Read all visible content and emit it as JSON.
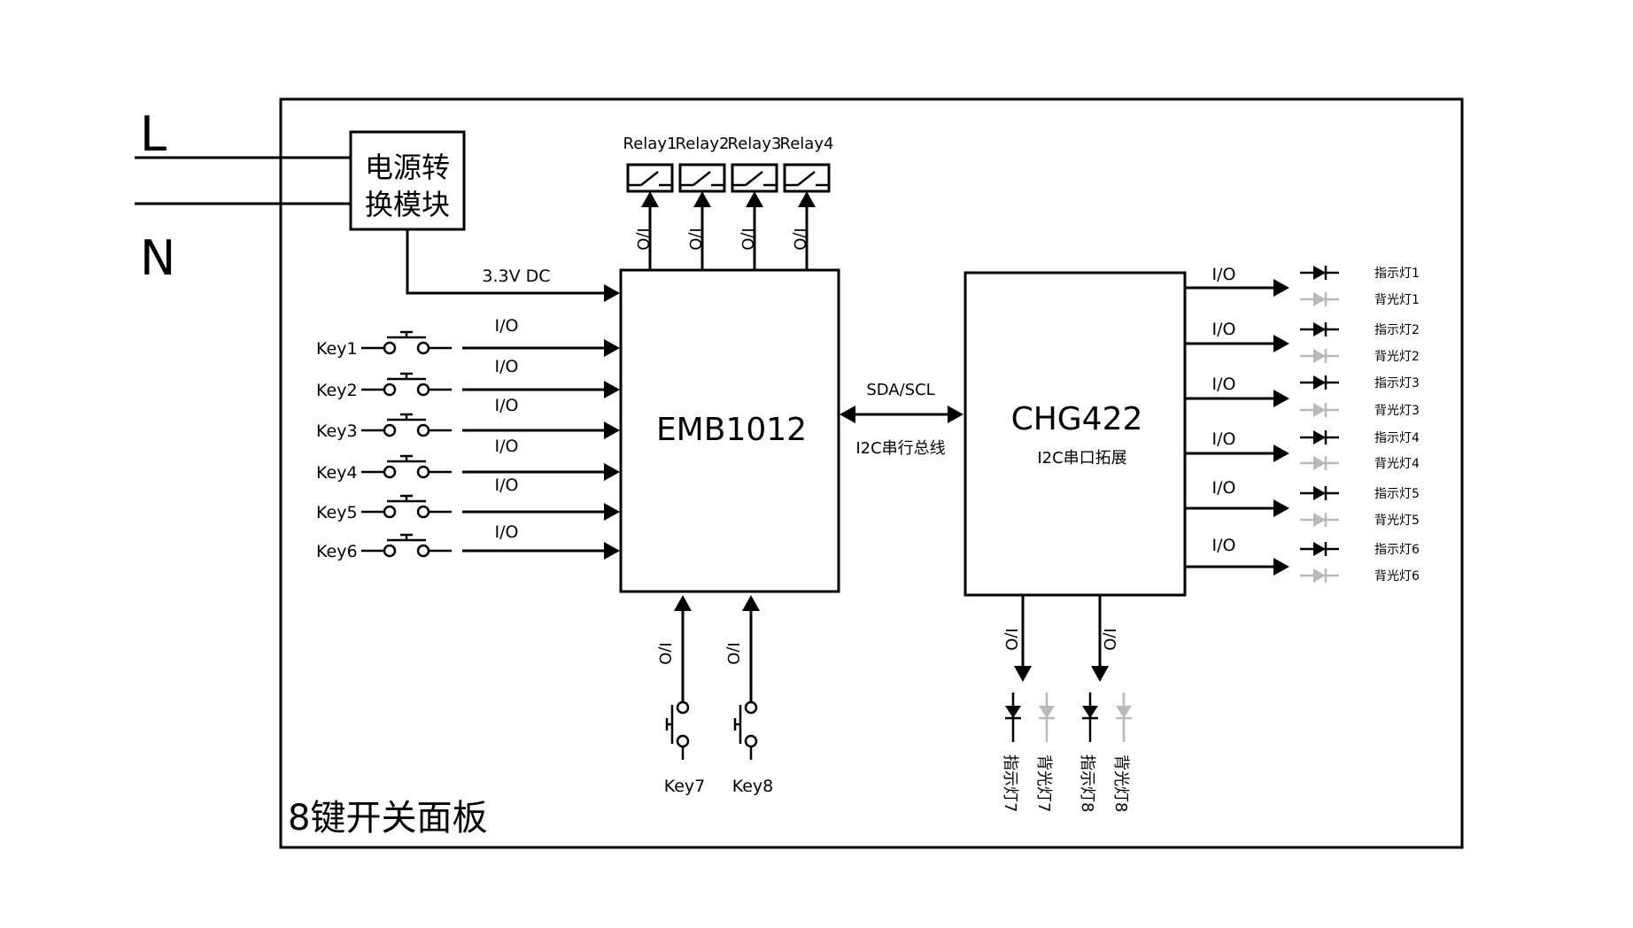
{
  "mains": {
    "live": "L",
    "neutral": "N"
  },
  "psu": {
    "line1": "电源转",
    "line2": "换模块",
    "output": "3.3V DC"
  },
  "panel_title": "8键开关面板",
  "mcu": {
    "label": "EMB1012"
  },
  "expander": {
    "label": "CHG422",
    "sublabel": "I2C串口拓展"
  },
  "bus": {
    "top": "SDA/SCL",
    "bottom": "I2C串行总线"
  },
  "relays": [
    "Relay1",
    "Relay2",
    "Relay3",
    "Relay4"
  ],
  "relay_io": "I/O",
  "io_label": "I/O",
  "left_keys": [
    "Key1",
    "Key2",
    "Key3",
    "Key4",
    "Key5",
    "Key6"
  ],
  "bottom_keys": [
    "Key7",
    "Key8"
  ],
  "right_leds": [
    {
      "indicator": "指示灯1",
      "backlight": "背光灯1"
    },
    {
      "indicator": "指示灯2",
      "backlight": "背光灯2"
    },
    {
      "indicator": "指示灯3",
      "backlight": "背光灯3"
    },
    {
      "indicator": "指示灯4",
      "backlight": "背光灯4"
    },
    {
      "indicator": "指示灯5",
      "backlight": "背光灯5"
    },
    {
      "indicator": "指示灯6",
      "backlight": "背光灯6"
    }
  ],
  "bottom_leds": [
    {
      "indicator": "指示灯7",
      "backlight": "背光灯7"
    },
    {
      "indicator": "指示灯8",
      "backlight": "背光灯8"
    }
  ],
  "colors": {
    "line": "#000000",
    "backlight": "#b9b9b9"
  }
}
